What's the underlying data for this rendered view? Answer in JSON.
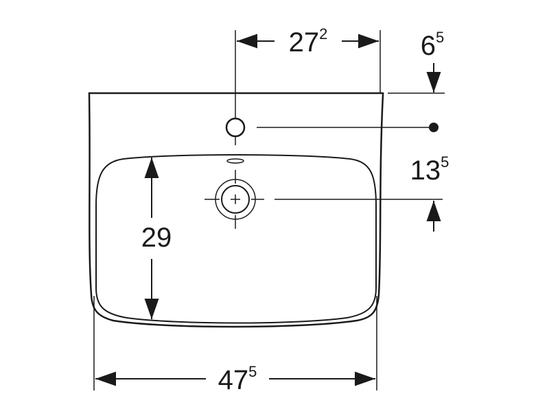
{
  "drawing": {
    "line_color": "#1a1a1a",
    "background": "#ffffff"
  },
  "dimensions": {
    "top_width": {
      "main": "27",
      "sup": "2"
    },
    "top_offset": {
      "main": "6",
      "sup": "5"
    },
    "hole_spacing": {
      "main": "13",
      "sup": "5"
    },
    "bowl_depth": {
      "main": "29",
      "sup": ""
    },
    "overall_width": {
      "main": "47",
      "sup": "5"
    }
  }
}
